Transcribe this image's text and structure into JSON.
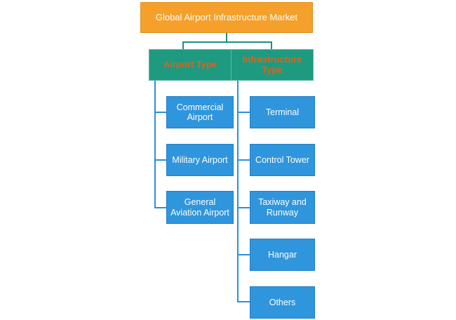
{
  "diagram": {
    "root": {
      "label": "Global Airport Infrastructure Market"
    },
    "categories": [
      {
        "label": "Airport Type",
        "items": [
          "Commercial Airport",
          "Military Airport",
          "General Aviation Airport"
        ]
      },
      {
        "label": "Infrastructure Type",
        "items": [
          "Terminal",
          "Control Tower",
          "Taxiway and Runway",
          "Hangar",
          "Others"
        ]
      }
    ]
  },
  "colors": {
    "root_fill": "#f5a02a",
    "category_fill": "#1e9a80",
    "category_text": "#d9641f",
    "leaf_fill": "#2f95dd",
    "connector": "#1a9080"
  }
}
